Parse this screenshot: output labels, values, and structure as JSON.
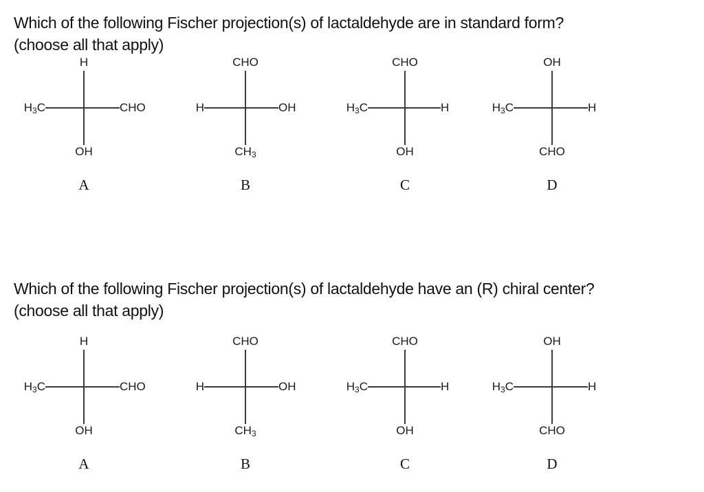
{
  "questions": [
    {
      "line1": "Which of the following Fischer projection(s) of lactaldehyde are in standard form?",
      "line2": "(choose all that apply)",
      "structures": [
        {
          "letter": "A",
          "top": "H",
          "bottom": "OH",
          "left": "H3C",
          "right": "CHO"
        },
        {
          "letter": "B",
          "top": "CHO",
          "bottom": "CH3",
          "left": "H",
          "right": "OH"
        },
        {
          "letter": "C",
          "top": "CHO",
          "bottom": "OH",
          "left": "H3C",
          "right": "H"
        },
        {
          "letter": "D",
          "top": "OH",
          "bottom": "CHO",
          "left": "H3C",
          "right": "H"
        }
      ]
    },
    {
      "line1": "Which of the following Fischer projection(s) of lactaldehyde have an (R) chiral center?",
      "line2": "(choose all that apply)",
      "structures": [
        {
          "letter": "A",
          "top": "H",
          "bottom": "OH",
          "left": "H3C",
          "right": "CHO"
        },
        {
          "letter": "B",
          "top": "CHO",
          "bottom": "CH3",
          "left": "H",
          "right": "OH"
        },
        {
          "letter": "C",
          "top": "CHO",
          "bottom": "OH",
          "left": "H3C",
          "right": "H"
        },
        {
          "letter": "D",
          "top": "OH",
          "bottom": "CHO",
          "left": "H3C",
          "right": "H"
        }
      ]
    }
  ]
}
